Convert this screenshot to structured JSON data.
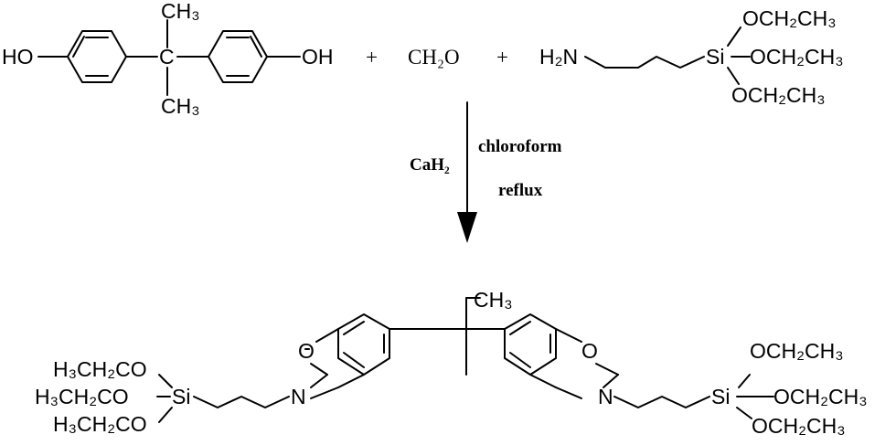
{
  "reactants": {
    "bisphenol": {
      "oh_left": "HO",
      "oh_right": "OH",
      "quat_c": "C",
      "methyl_top": "CH₃",
      "methyl_bottom": "CH₃"
    },
    "plus_1": "+",
    "formaldehyde": "CH₂O",
    "plus_2": "+",
    "aptes": {
      "amine": "H₂N",
      "si": "Si",
      "oet_1": "OCH₂CH₃",
      "oet_2": "OCH₂CH₃",
      "oet_3": "OCH₂CH₃"
    }
  },
  "conditions": {
    "catalyst": "CaH₂",
    "solvent": "chloroform",
    "temperature": "reflux"
  },
  "product": {
    "left_silane": {
      "oet_1": "H₃CH₂CO",
      "oet_2": "H₃CH₂CO",
      "oet_3": "H₃CH₂CO",
      "si": "Si"
    },
    "left_ring": {
      "oxygen": "O",
      "nitrogen": "N"
    },
    "center": {
      "methyl_top": "CH₃"
    },
    "right_ring": {
      "oxygen": "O",
      "nitrogen": "N"
    },
    "right_silane": {
      "si": "Si",
      "oet_1": "OCH₂CH₃",
      "oet_2": "OCH₂CH₃",
      "oet_3": "OCH₂CH₃"
    }
  }
}
